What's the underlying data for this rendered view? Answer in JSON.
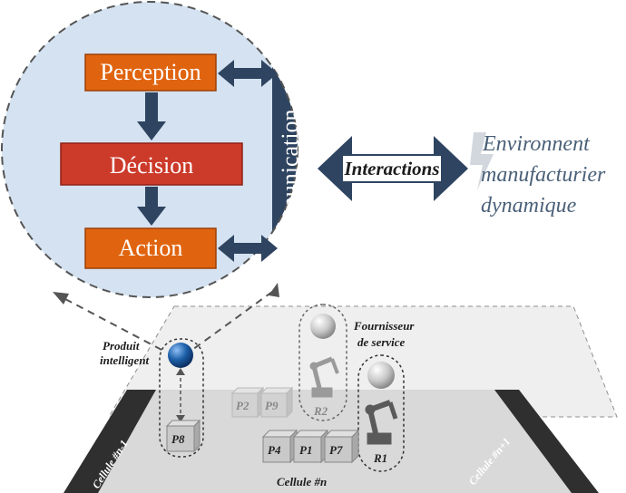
{
  "core": {
    "perception": "Perception",
    "decision": "Décision",
    "action": "Action",
    "communication": "Communication"
  },
  "interactions_label": "Interactions",
  "environment": [
    "Environnent",
    "manufacturier",
    "dynamique"
  ],
  "floor": {
    "produit": [
      "Produit",
      "intelligent"
    ],
    "fournisseur": [
      "Fournisseur",
      "de service"
    ],
    "products_back": [
      "P2",
      "P9"
    ],
    "products_front": [
      "P4",
      "P1",
      "P7"
    ],
    "product_p8": "P8",
    "robots": [
      "R2",
      "R1"
    ],
    "cells": [
      "Cellule #n-1",
      "Cellule #n",
      "Cellule #n+1"
    ]
  },
  "colors": {
    "circle_fill": "#d4e2f1",
    "orange": "#e0640f",
    "red": "#cc3a2a",
    "navy": "#2e4460",
    "floor_dark": "#2f2f2f",
    "blue_sphere": "#1c5fa8"
  }
}
